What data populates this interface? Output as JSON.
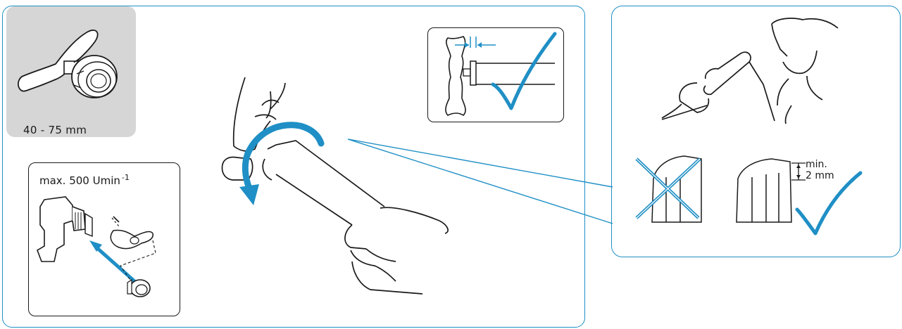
{
  "tool_card": {
    "size_range": "40 - 75  mm",
    "shade": "#d6d6d6"
  },
  "speed_box": {
    "label": "max. 500 Umin",
    "exponent": "-1"
  },
  "bevel_spec": {
    "line1": "min.",
    "line2": "2 mm"
  },
  "colors": {
    "accent": "#1f8fc5",
    "check": "#1f8fc5",
    "outline": "#1a1a1a",
    "arrow": "#1f8fc5"
  },
  "icons": [
    "deburring-tool-icon",
    "drill-icon",
    "check-icon",
    "cross-icon",
    "rotation-arrow-icon"
  ]
}
